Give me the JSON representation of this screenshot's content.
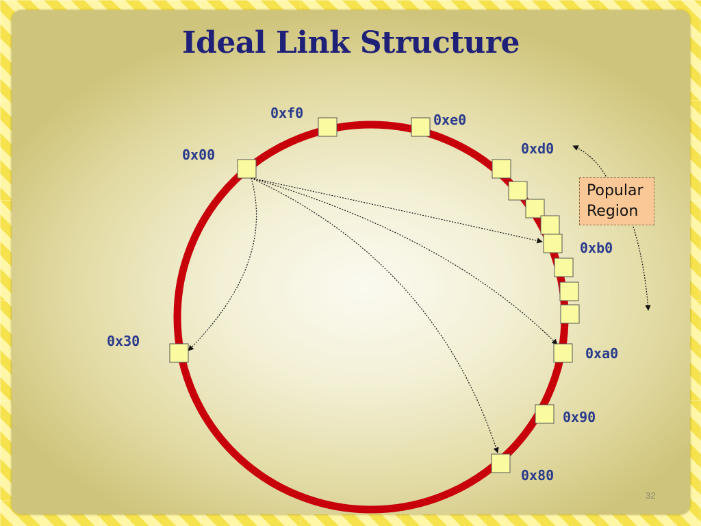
{
  "slide": {
    "title": "Ideal Link Structure",
    "page_number": "32"
  },
  "callout": {
    "line1": "Popular",
    "line2": "Region"
  },
  "nodes": [
    {
      "id": "0x00",
      "label": "0x00"
    },
    {
      "id": "0xf0",
      "label": "0xf0"
    },
    {
      "id": "0xe0",
      "label": "0xe0"
    },
    {
      "id": "0xd0",
      "label": "0xd0"
    },
    {
      "id": "0xb0",
      "label": "0xb0"
    },
    {
      "id": "0xa0",
      "label": "0xa0"
    },
    {
      "id": "0x90",
      "label": "0x90"
    },
    {
      "id": "0x80",
      "label": "0x80"
    },
    {
      "id": "0x30",
      "label": "0x30"
    }
  ],
  "links_from_0x00": [
    "0xb0",
    "0xa0",
    "0x80",
    "0x30"
  ],
  "colors": {
    "ring": "#c8000a",
    "node_fill": "#fafaa0",
    "node_stroke": "#555555",
    "label": "#2a3a8c",
    "title": "#1f2178",
    "callout_fill": "#fac896"
  }
}
